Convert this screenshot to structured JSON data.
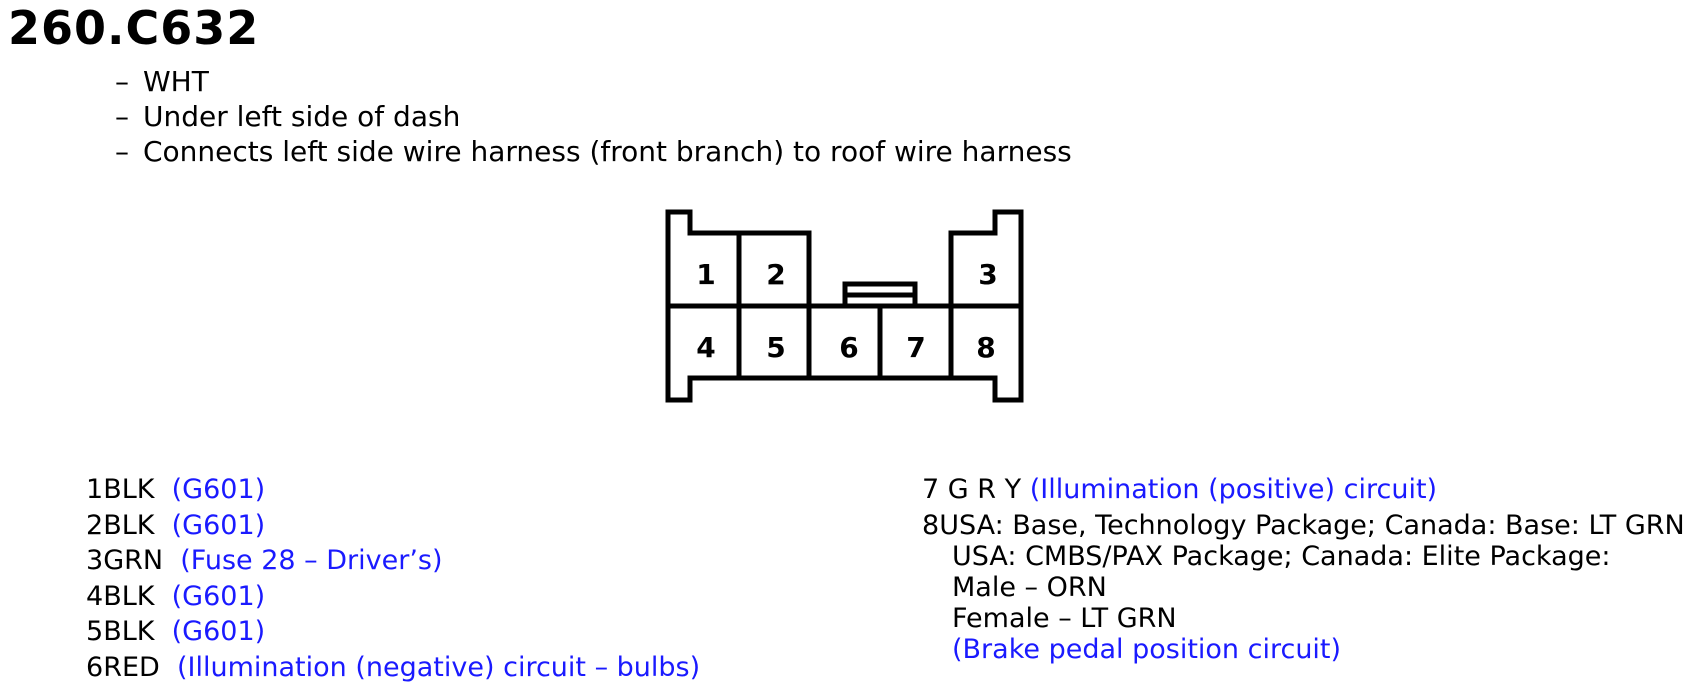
{
  "title": "260.C632",
  "details": [
    "WHT",
    "Under left side of dash",
    "Connects left side wire harness (front branch) to roof wire harness"
  ],
  "dash": "–",
  "pins": [
    {
      "num": "1",
      "color": "BLK",
      "circuit": "(G601)"
    },
    {
      "num": "2",
      "color": "BLK",
      "circuit": "(G601)"
    },
    {
      "num": "3",
      "color": "GRN",
      "circuit": "(Fuse 28 – Driver’s)"
    },
    {
      "num": "4",
      "color": "BLK",
      "circuit": "(G601)"
    },
    {
      "num": "5",
      "color": "BLK",
      "circuit": "(G601)"
    },
    {
      "num": "6",
      "color": "RED",
      "circuit": "(Illumination (negative) circuit – bulbs)"
    },
    {
      "num": "7",
      "color": "G R Y",
      "circuit": "(Illumination (positive) circuit)"
    },
    {
      "num": "8",
      "color": "USA: Base, Technology Package; Canada: Base: LT GRN",
      "notes": [
        "USA: CMBS/PAX Package; Canada: Elite Package:",
        "Male – ORN",
        "Female – LT GRN"
      ],
      "circuit": "(Brake pedal position circuit)"
    }
  ],
  "colors": {
    "text": "#000000",
    "circuit": "#1a1aff",
    "outline": "#000000"
  }
}
